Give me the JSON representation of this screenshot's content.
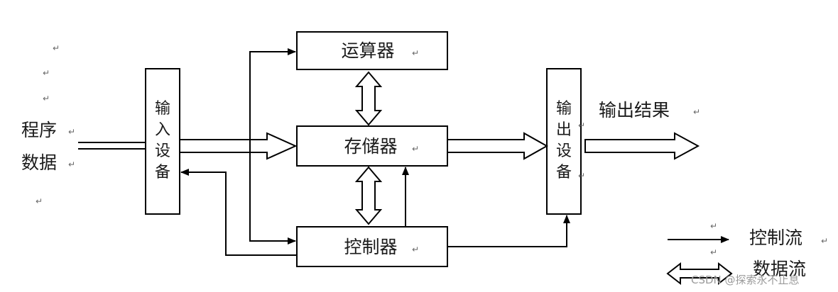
{
  "diagram": {
    "blocks": {
      "alu": "运算器",
      "memory": "存储器",
      "controller": "控制器",
      "input_device": [
        "输",
        "入",
        "设",
        "备"
      ],
      "output_device": [
        "输",
        "出",
        "设",
        "备"
      ]
    },
    "input_label": [
      "程序",
      "数据"
    ],
    "output_label": "输出结果",
    "legend": {
      "control_flow": "控制流",
      "data_flow": "数据流"
    },
    "paragraph_mark": "↵",
    "watermark": "CSDN @探索永不止息"
  }
}
